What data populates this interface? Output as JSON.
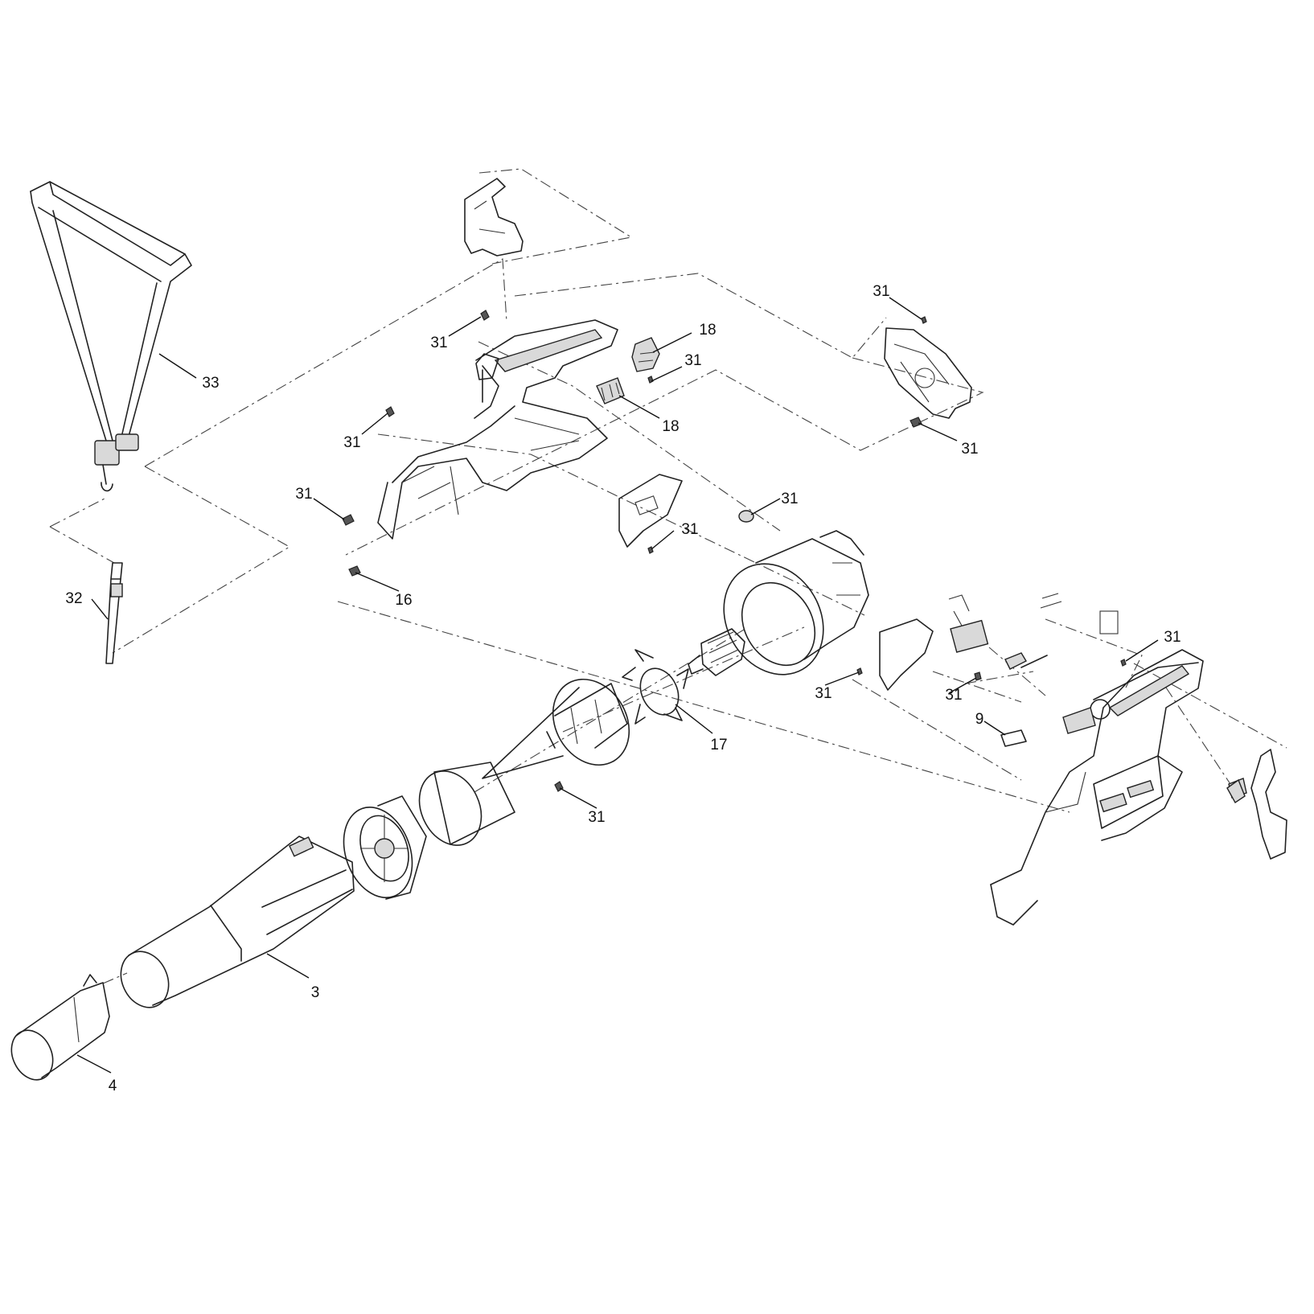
{
  "callouts": [
    {
      "id": "c33",
      "text": "33"
    },
    {
      "id": "c32",
      "text": "32"
    },
    {
      "id": "c31a",
      "text": "31"
    },
    {
      "id": "c18a",
      "text": "18"
    },
    {
      "id": "c31b",
      "text": "31"
    },
    {
      "id": "c18b",
      "text": "18"
    },
    {
      "id": "c31c",
      "text": "31"
    },
    {
      "id": "c31d",
      "text": "31"
    },
    {
      "id": "c31e",
      "text": "31"
    },
    {
      "id": "c31f",
      "text": "31"
    },
    {
      "id": "c31g",
      "text": "31"
    },
    {
      "id": "c31h",
      "text": "31"
    },
    {
      "id": "c16",
      "text": "16"
    },
    {
      "id": "c31i",
      "text": "31"
    },
    {
      "id": "c31j",
      "text": "31"
    },
    {
      "id": "c31k",
      "text": "31"
    },
    {
      "id": "c9",
      "text": "9"
    },
    {
      "id": "c17",
      "text": "17"
    },
    {
      "id": "c31l",
      "text": "31"
    },
    {
      "id": "c3",
      "text": "3"
    },
    {
      "id": "c4",
      "text": "4"
    }
  ]
}
